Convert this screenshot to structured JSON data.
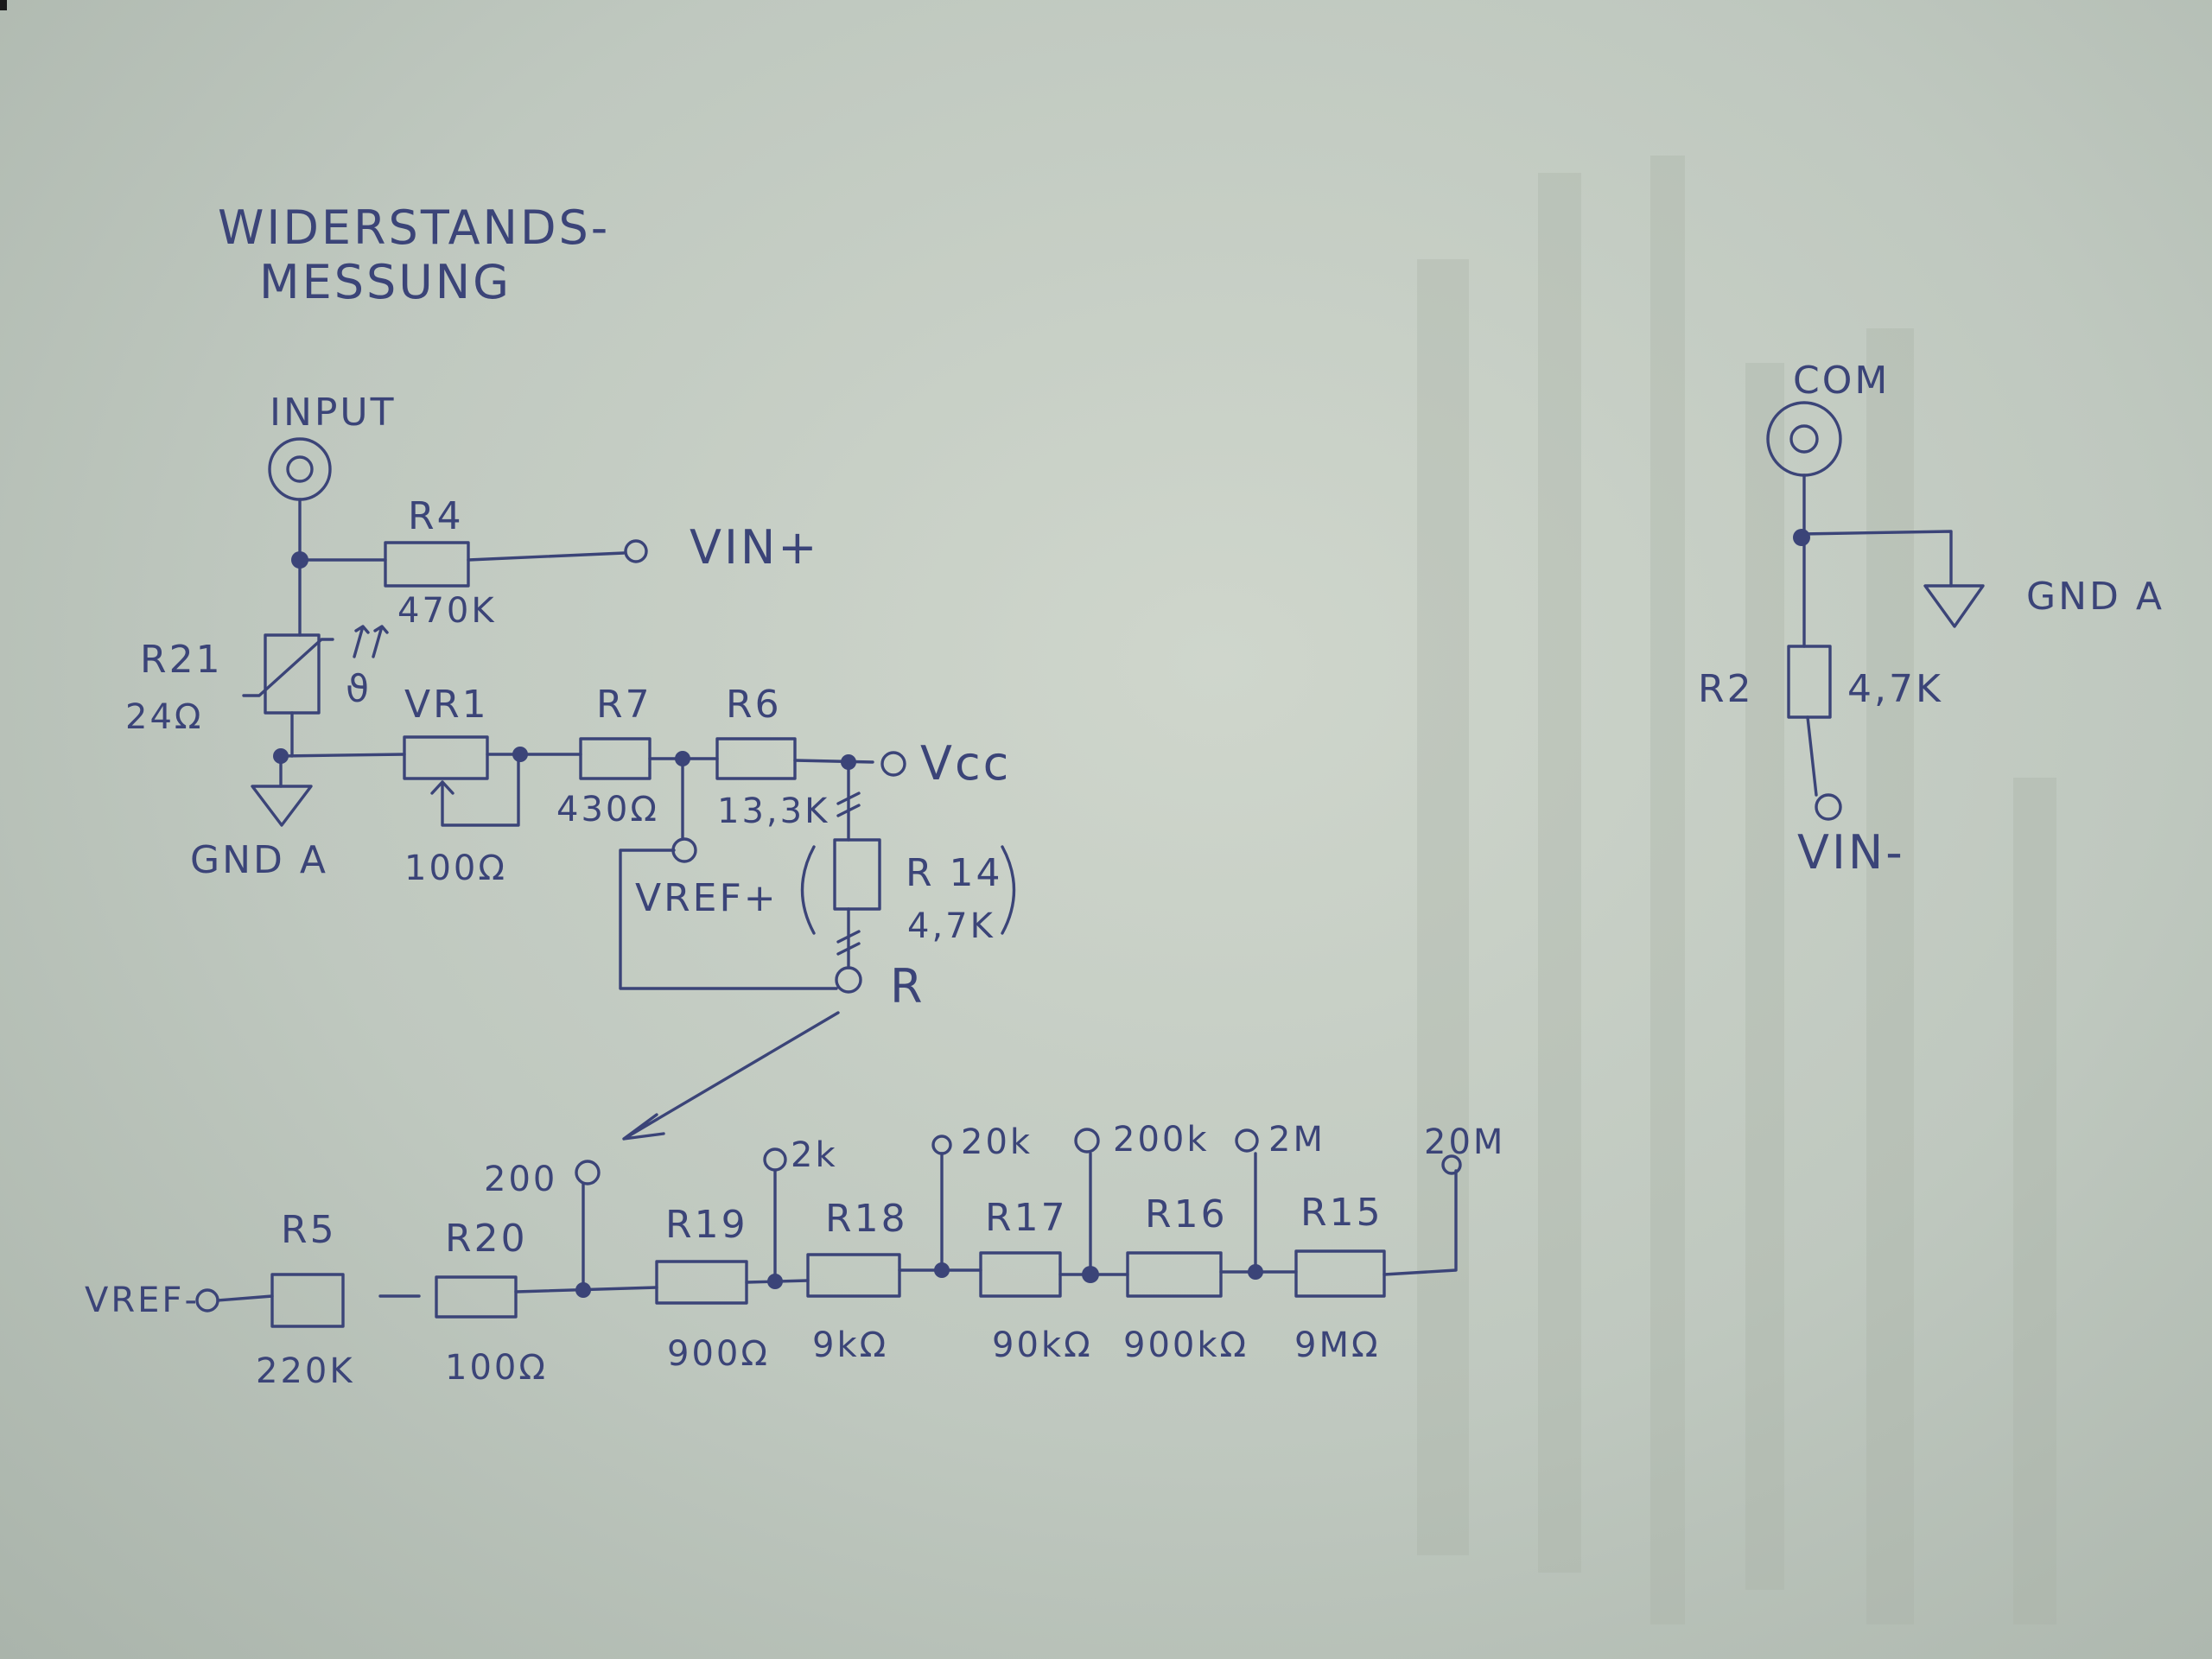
{
  "title": {
    "line1": "WIDERSTANDS-",
    "line2": "MESSUNG"
  },
  "input": {
    "label": "INPUT"
  },
  "r4": {
    "name": "R4",
    "value": "470K",
    "terminal": "VIN+"
  },
  "r21": {
    "name": "R21",
    "value": "24Ω",
    "note": "ϑ"
  },
  "gnd_left": "GND A",
  "vr1": {
    "name": "VR1",
    "value": "100Ω"
  },
  "r7": {
    "name": "R7",
    "value": "430Ω"
  },
  "r6": {
    "name": "R6",
    "value": "13,3K"
  },
  "vcc": "Vcc",
  "vref_plus": "VREF+",
  "r14": {
    "name": "R 14",
    "value": "4,7K"
  },
  "r_node": "R",
  "vref_minus": "VREF-",
  "chain": [
    {
      "name": "R5",
      "value": "220K"
    },
    {
      "name": "R20",
      "value": "100Ω"
    },
    {
      "name": "R19",
      "value": "900Ω"
    },
    {
      "name": "R18",
      "value": "9kΩ"
    },
    {
      "name": "R17",
      "value": "90kΩ"
    },
    {
      "name": "R16",
      "value": "900kΩ"
    },
    {
      "name": "R15",
      "value": "9MΩ"
    }
  ],
  "taps": [
    "200",
    "2k",
    "20k",
    "200k",
    "2M",
    "20M"
  ],
  "com": {
    "label": "COM",
    "gnd": "GND A",
    "r2_name": "R2",
    "r2_value": "4,7K",
    "terminal": "VIN-"
  },
  "colors": {
    "ink": "#3b4478",
    "paper": "#c6cec4"
  }
}
